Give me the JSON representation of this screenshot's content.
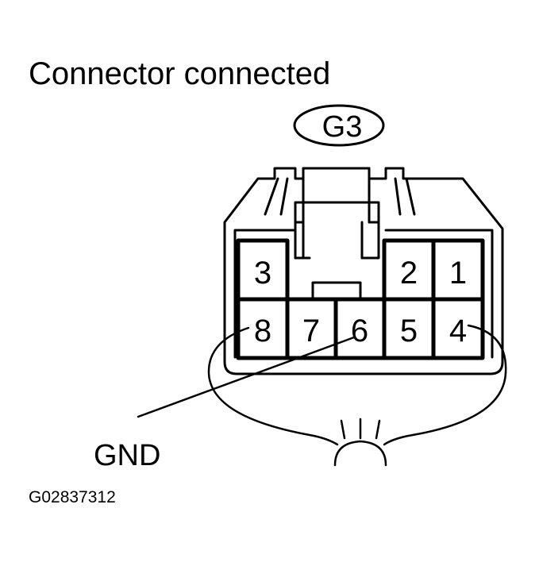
{
  "title": "Connector connected",
  "connector_id": "G3",
  "pins": {
    "top_row": [
      "3",
      "2",
      "1"
    ],
    "bottom_row": [
      "8",
      "7",
      "6",
      "5",
      "4"
    ]
  },
  "ground_label": "GND",
  "figure_code": "G02837312",
  "colors": {
    "line": "#000000",
    "background": "#ffffff"
  }
}
